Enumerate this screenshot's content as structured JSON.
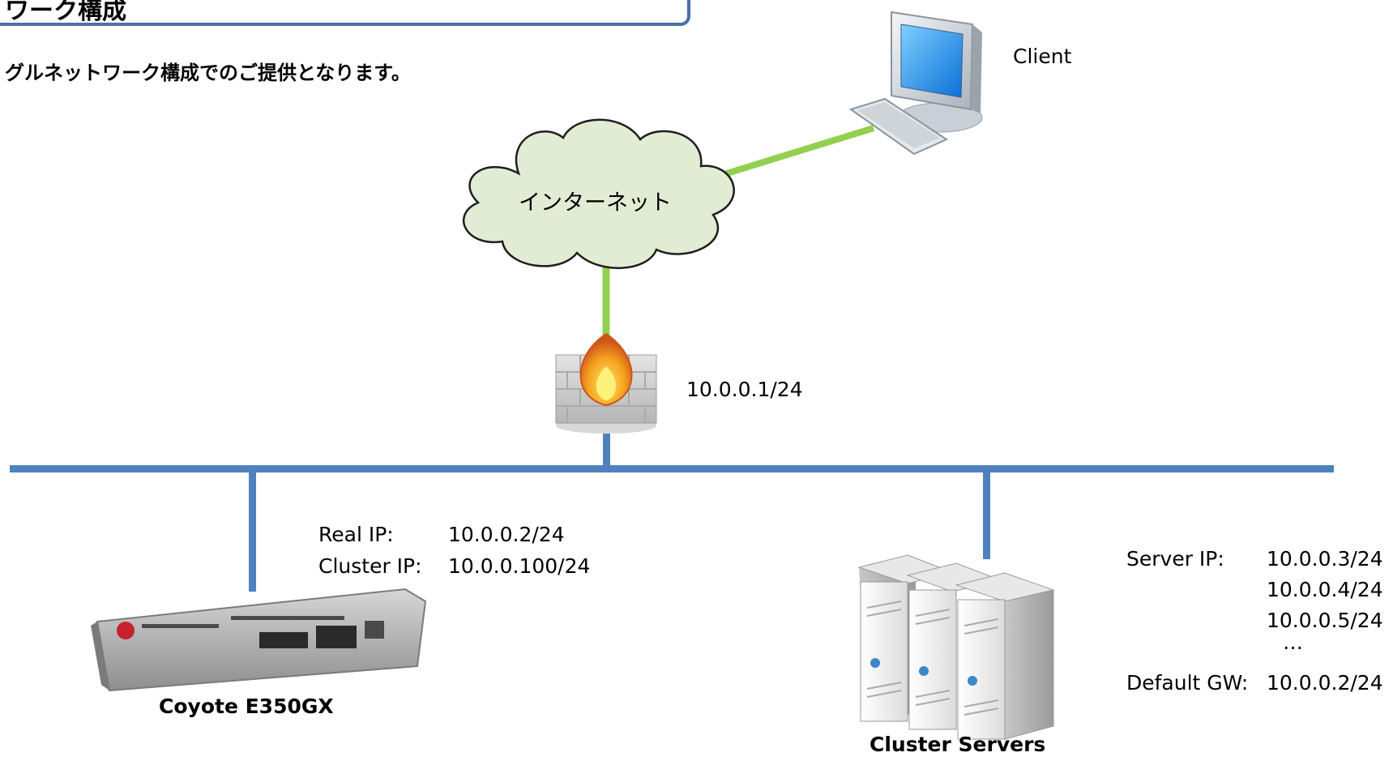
{
  "header": {
    "title": "ワーク構成",
    "subtitle": "グルネットワーク構成でのご提供となります。"
  },
  "nodes": {
    "client": {
      "label": "Client",
      "icon": "computer-icon"
    },
    "internet": {
      "label": "インターネット",
      "icon": "cloud-icon"
    },
    "firewall": {
      "ip": "10.0.0.1/24",
      "icon": "firewall-icon"
    },
    "coyote": {
      "label": "Coyote E350GX",
      "icon": "load-balancer-appliance-icon",
      "real_ip_label": "Real IP:",
      "real_ip_value": "10.0.0.2/24",
      "cluster_ip_label": "Cluster IP:",
      "cluster_ip_value": "10.0.0.100/24"
    },
    "servers": {
      "label": "Cluster Servers",
      "icon": "server-cluster-icon",
      "server_ip_label": "Server IP:",
      "server_ips": [
        "10.0.0.3/24",
        "10.0.0.4/24",
        "10.0.0.5/24",
        "…"
      ],
      "default_gw_label": "Default GW:",
      "default_gw_value": "10.0.0.2/24"
    }
  },
  "colors": {
    "accent_border": "#4a6fa5",
    "network_bus": "#4f81bd",
    "internet_link": "#92d050",
    "cloud_fill": "#e2ecd4"
  }
}
